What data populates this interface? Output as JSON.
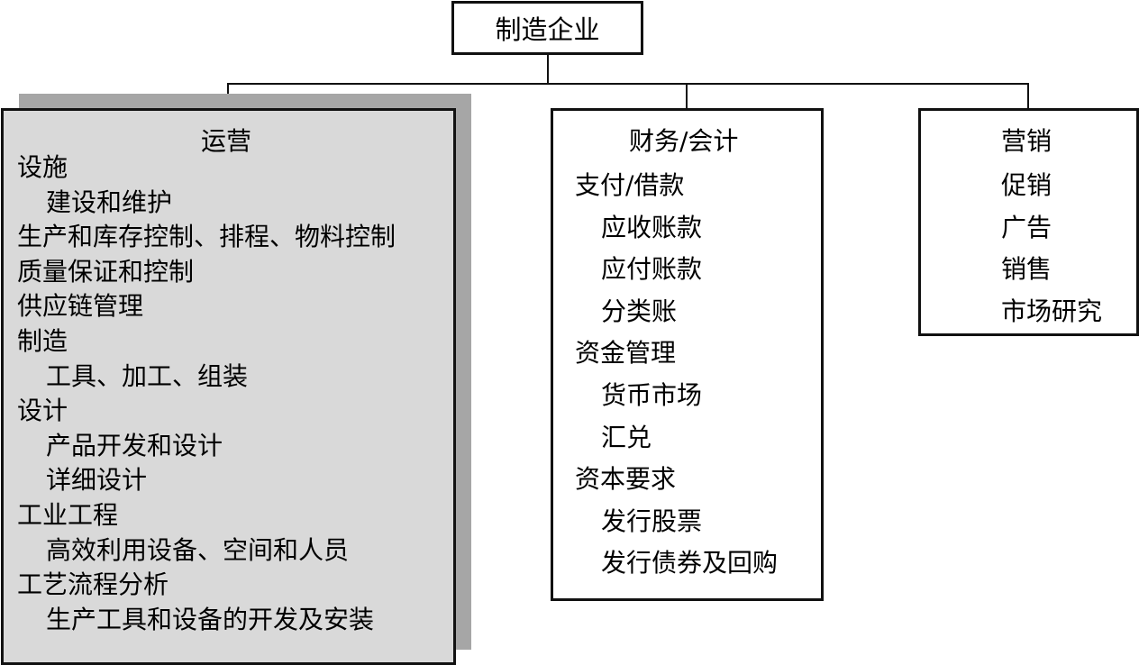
{
  "root": {
    "label": "制造企业"
  },
  "operations": {
    "title": "运营",
    "items": [
      {
        "text": "设施",
        "level": 0
      },
      {
        "text": "建设和维护",
        "level": 1
      },
      {
        "text": "生产和库存控制、排程、物料控制",
        "level": 0
      },
      {
        "text": "质量保证和控制",
        "level": 0
      },
      {
        "text": "供应链管理",
        "level": 0
      },
      {
        "text": "制造",
        "level": 0
      },
      {
        "text": "工具、加工、组装",
        "level": 1
      },
      {
        "text": "设计",
        "level": 0
      },
      {
        "text": "产品开发和设计",
        "level": 1
      },
      {
        "text": "详细设计",
        "level": 1
      },
      {
        "text": "工业工程",
        "level": 0
      },
      {
        "text": "高效利用设备、空间和人员",
        "level": 1
      },
      {
        "text": "工艺流程分析",
        "level": 0
      },
      {
        "text": "生产工具和设备的开发及安装",
        "level": 1
      }
    ]
  },
  "finance": {
    "title": "财务/会计",
    "items": [
      {
        "text": "支付/借款",
        "level": 0
      },
      {
        "text": "应收账款",
        "level": 1
      },
      {
        "text": "应付账款",
        "level": 1
      },
      {
        "text": "分类账",
        "level": 1
      },
      {
        "text": "资金管理",
        "level": 0
      },
      {
        "text": "货币市场",
        "level": 1
      },
      {
        "text": "汇兑",
        "level": 1
      },
      {
        "text": "资本要求",
        "level": 0
      },
      {
        "text": "发行股票",
        "level": 1
      },
      {
        "text": "发行债券及回购",
        "level": 1
      }
    ]
  },
  "marketing": {
    "title": "营销",
    "items": [
      {
        "text": "促销",
        "level": 0
      },
      {
        "text": "广告",
        "level": 0
      },
      {
        "text": "销售",
        "level": 0
      },
      {
        "text": "市场研究",
        "level": 0
      }
    ]
  }
}
